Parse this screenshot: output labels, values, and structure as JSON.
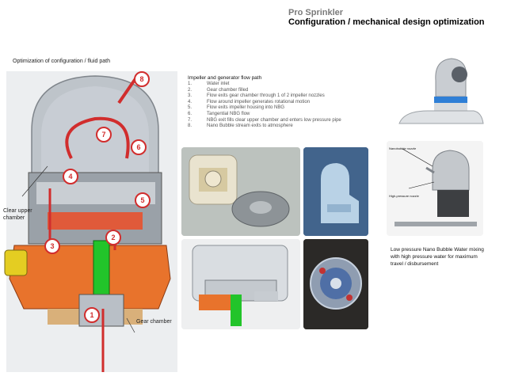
{
  "header": {
    "subtitle": "Pro Sprinkler",
    "title": "Configuration / mechanical design optimization"
  },
  "left_section": {
    "label": "Optimization of configuration / fluid path",
    "annotations": {
      "upper_chamber": "Clear upper chamber",
      "gear_chamber": "Gear chamber"
    },
    "markers": [
      "1",
      "2",
      "3",
      "4",
      "5",
      "6",
      "7",
      "8"
    ]
  },
  "flow_path": {
    "title": "Impeller and generator flow path",
    "steps": [
      {
        "num": "1.",
        "text": "Water inlet"
      },
      {
        "num": "2.",
        "text": "Gear chamber filled"
      },
      {
        "num": "3.",
        "text": "Flow exits gear chamber through 1 of 2 impeller nozzles"
      },
      {
        "num": "4.",
        "text": "Flow around impeller generates rotational motion"
      },
      {
        "num": "5.",
        "text": "Flow exits impeller housing into NBG"
      },
      {
        "num": "6.",
        "text": "Tangential NBG flow"
      },
      {
        "num": "7.",
        "text": "NBG exit fills clear upper chamber and enters low pressure pipe"
      },
      {
        "num": "8.",
        "text": "Nano Bubble stream exits to atmosphere"
      }
    ]
  },
  "nozzle_diagram": {
    "labels": [
      "Nanobubble nozzle",
      "High-pressure nozzle"
    ]
  },
  "caption": "Low pressure Nano Bubble Water mixing with high pressure water for maximum travel / disbursement",
  "colors": {
    "marker": "#d12d2d",
    "gear_orange": "#e8732c",
    "flow_green": "#22c42a",
    "band_blue": "#2f7fd6"
  }
}
